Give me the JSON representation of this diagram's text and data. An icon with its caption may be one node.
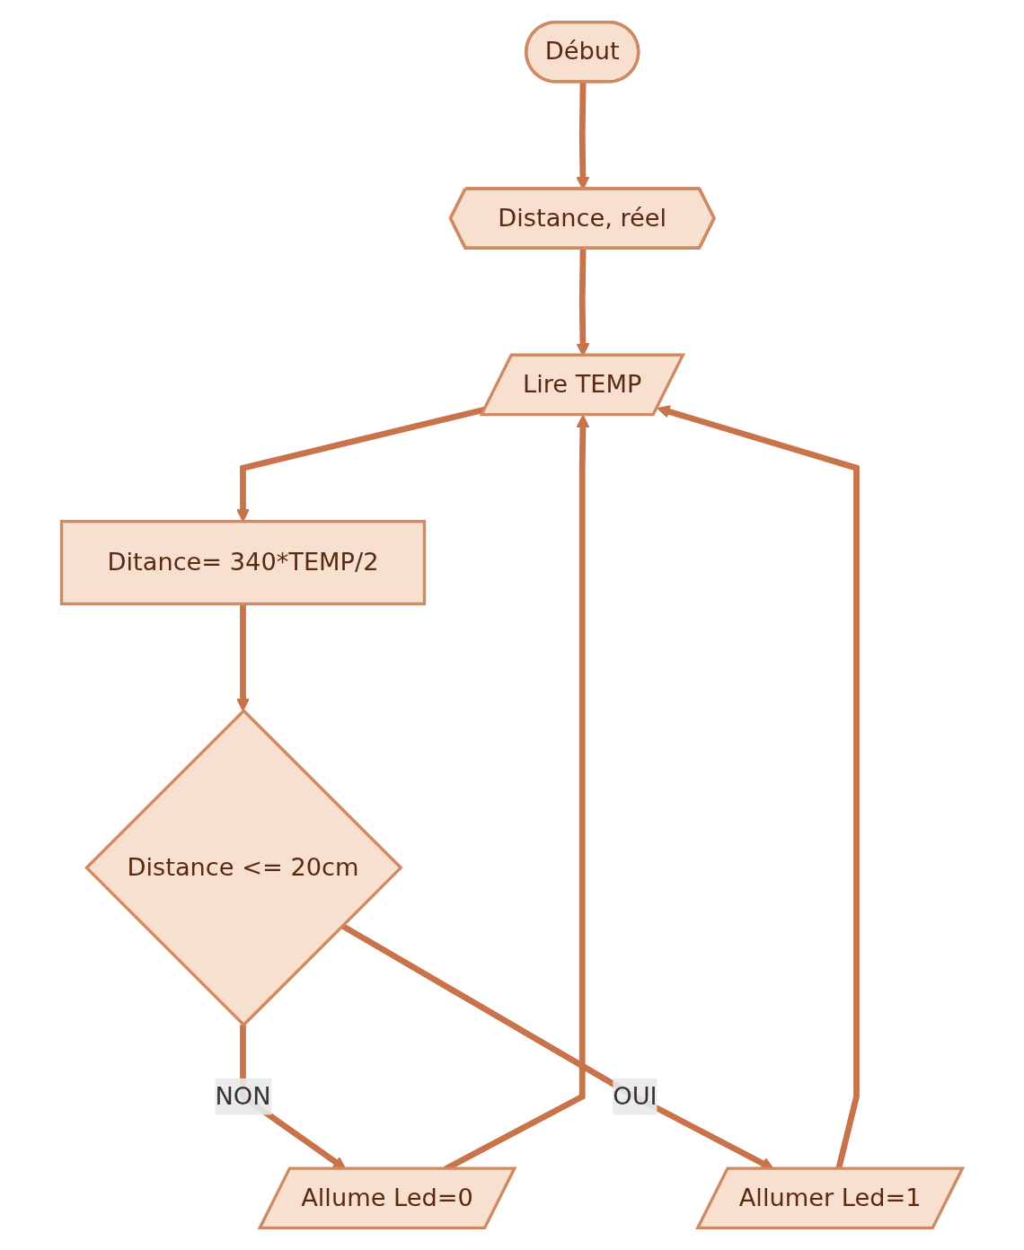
{
  "diagram": {
    "nodes": [
      {
        "text": [
          "Début"
        ]
      },
      {
        "text": [
          "Distance, réel"
        ]
      },
      {
        "text": [
          "Lire TEMP"
        ]
      },
      {
        "text": [
          "Ditance= 340*TEMP/2"
        ]
      },
      {
        "text": [
          "Distance <= 20cm"
        ]
      },
      {
        "text": [
          "Allume Led=0"
        ]
      },
      {
        "text": [
          "Allumer Led=1"
        ]
      }
    ],
    "edges": [
      {
        "from": 0,
        "to": 1,
        "arrow": "to"
      },
      {
        "from": 1,
        "to": 2,
        "arrow": "to"
      },
      {
        "from": 2,
        "to": 3,
        "arrow": "to"
      },
      {
        "from": 3,
        "to": 4,
        "arrow": "to"
      },
      {
        "from": 4,
        "to": 5,
        "arrow": "to",
        "label": "NON"
      },
      {
        "from": 4,
        "to": 6,
        "arrow": "to",
        "label": "OUI"
      },
      {
        "from": 5,
        "to": 2,
        "arrow": "to"
      },
      {
        "from": 6,
        "to": 2,
        "arrow": "to"
      }
    ]
  }
}
